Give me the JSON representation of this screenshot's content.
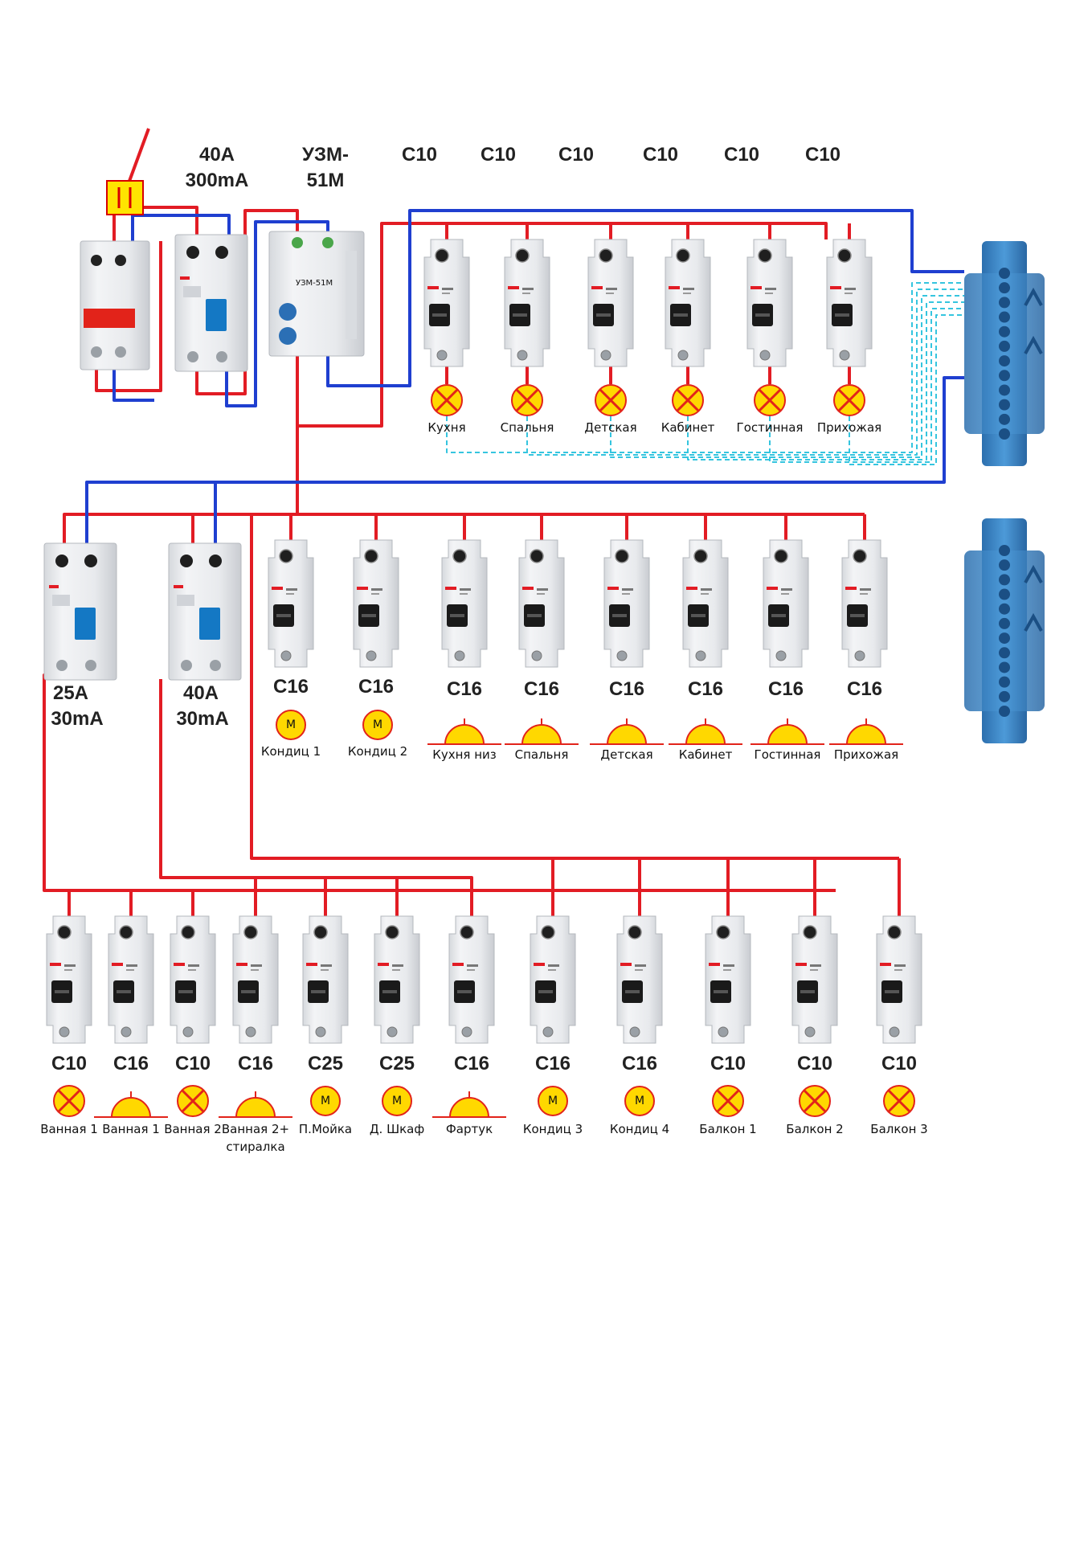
{
  "colors": {
    "phase_wire": "#e21c24",
    "neutral_wire": "#1f3fd0",
    "pe_wire": "#35c5df",
    "breaker_body": "#e9ebee",
    "breaker_dark": "#1a1a1a",
    "lamp_fill": "#ffd800",
    "lamp_cross": "#e2231a",
    "busbar": "#3a86c8",
    "rcd_handle": "#1478c4"
  },
  "top_row": {
    "input": {
      "symbol": "surge-arrester-icon"
    },
    "rcd_main": {
      "rating_line1": "40A",
      "rating_line2": "300mA"
    },
    "relay": {
      "name_line1": "УЗМ-",
      "name_line2": "51М",
      "front_title": "УЗМ-51М"
    },
    "breakers": [
      {
        "rating": "C10",
        "label": "Кухня",
        "load": "lamp-icon"
      },
      {
        "rating": "C10",
        "label": "Спальня",
        "load": "lamp-icon"
      },
      {
        "rating": "C10",
        "label": "Детская",
        "load": "lamp-icon"
      },
      {
        "rating": "C10",
        "label": "Кабинет",
        "load": "lamp-icon"
      },
      {
        "rating": "C10",
        "label": "Гостинная",
        "load": "lamp-icon"
      },
      {
        "rating": "C10",
        "label": "Прихожая",
        "load": "lamp-icon"
      }
    ]
  },
  "middle_row": {
    "rcd_1": {
      "rating_line1": "25A",
      "rating_line2": "30mA"
    },
    "rcd_2": {
      "rating_line1": "40A",
      "rating_line2": "30mA"
    },
    "breakers": [
      {
        "rating": "C16",
        "label": "Кондиц 1",
        "load": "motor-icon",
        "symbol": "M"
      },
      {
        "rating": "C16",
        "label": "Кондиц 2",
        "load": "motor-icon",
        "symbol": "M"
      },
      {
        "rating": "C16",
        "label": "Кухня низ",
        "load": "socket-icon"
      },
      {
        "rating": "C16",
        "label": "Спальня",
        "load": "socket-icon"
      },
      {
        "rating": "C16",
        "label": "Детская",
        "load": "socket-icon"
      },
      {
        "rating": "C16",
        "label": "Кабинет",
        "load": "socket-icon"
      },
      {
        "rating": "C16",
        "label": "Гостинная",
        "load": "socket-icon"
      },
      {
        "rating": "C16",
        "label": "Прихожая",
        "load": "socket-icon"
      }
    ]
  },
  "bottom_row": {
    "breakers": [
      {
        "rating": "C10",
        "label": "Ванная 1",
        "load": "lamp-icon"
      },
      {
        "rating": "C16",
        "label": "Ванная 1",
        "load": "socket-icon"
      },
      {
        "rating": "C10",
        "label": "Ванная 2",
        "load": "lamp-icon"
      },
      {
        "rating": "C16",
        "label": "Ванная 2+",
        "label2": "стиралка",
        "load": "socket-icon"
      },
      {
        "rating": "C25",
        "label": "П.Мойка",
        "load": "motor-icon",
        "symbol": "M"
      },
      {
        "rating": "C25",
        "label": "Д. Шкаф",
        "load": "motor-icon",
        "symbol": "M"
      },
      {
        "rating": "C16",
        "label": "Фартук",
        "load": "socket-icon"
      },
      {
        "rating": "C16",
        "label": "Кондиц 3",
        "load": "motor-icon",
        "symbol": "M"
      },
      {
        "rating": "C16",
        "label": "Кондиц 4",
        "load": "motor-icon",
        "symbol": "M"
      },
      {
        "rating": "C10",
        "label": "Балкон 1",
        "load": "lamp-icon"
      },
      {
        "rating": "C10",
        "label": "Балкон 2",
        "load": "lamp-icon"
      },
      {
        "rating": "C10",
        "label": "Балкон 3",
        "load": "lamp-icon"
      }
    ]
  },
  "busbars": [
    {
      "name": "neutral-busbar-icon"
    },
    {
      "name": "pe-busbar-icon"
    }
  ]
}
